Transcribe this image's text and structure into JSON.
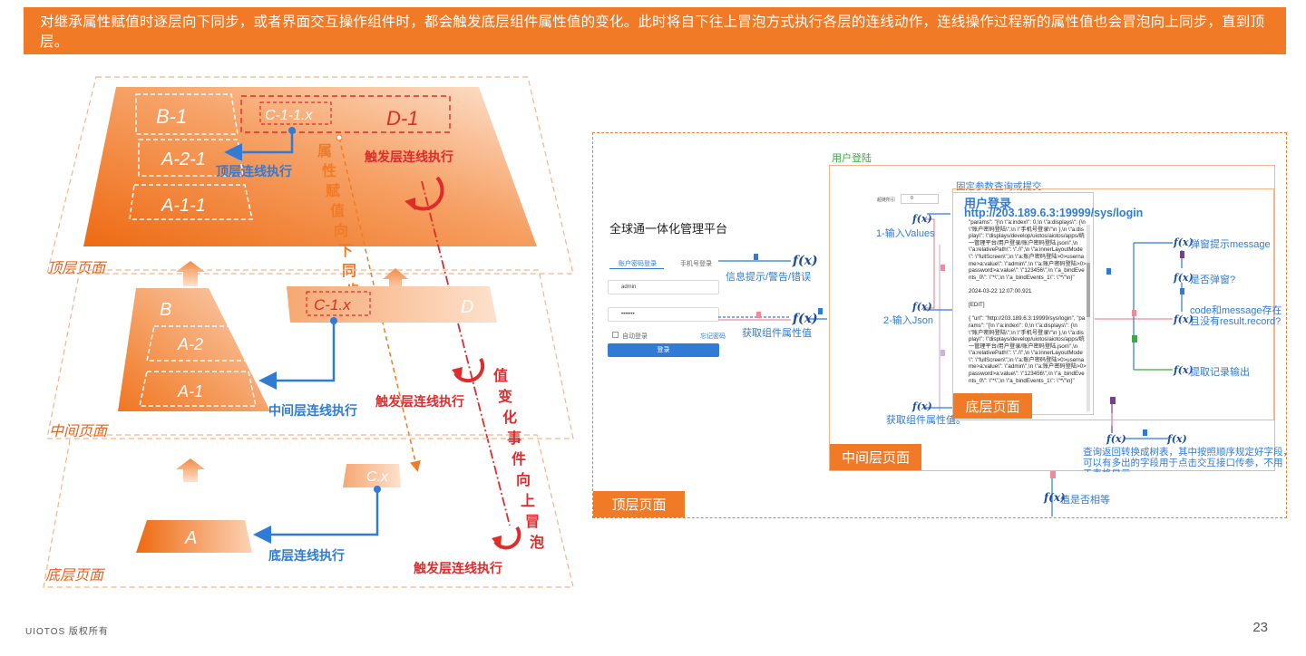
{
  "banner": "对继承属性赋值时逐层向下同步，或者界面交互操作组件时，都会触发底层组件属性值的变化。此时将自下往上冒泡方式执行各层的连线动作，连线操作过程新的属性值也会冒泡向上同步，直到顶层。",
  "footer": {
    "brand": "UIOTOS 版权所有",
    "page": "23"
  },
  "left_diagram": {
    "top_layer": {
      "label": "顶层页面",
      "blocks": [
        "B-1",
        "A-2-1",
        "A-1-1",
        "D-1"
      ],
      "prop": "C-1-1.x",
      "exec": "顶层连线执行",
      "trigger": "触发层连线执行"
    },
    "mid_layer": {
      "label": "中间页面",
      "blocks": [
        "B",
        "A-2",
        "A-1",
        "D"
      ],
      "prop": "C-1.x",
      "exec": "中间层连线执行",
      "trigger": "触发层连线执行"
    },
    "bottom_layer": {
      "label": "底层页面",
      "blocks": [
        "A"
      ],
      "prop": "C.x",
      "exec": "底层连线执行",
      "trigger": "触发层连线执行"
    },
    "down_sync": "属性赋值向下同步",
    "bubble_up": "值变化事件向上冒泡"
  },
  "right_diagram": {
    "layer_labels": {
      "top": "顶层页面",
      "mid": "中间层页面",
      "bottom": "底层页面"
    },
    "login_page": {
      "title": "全球通一体化管理平台",
      "tab_account": "账户密码登录",
      "tab_phone": "手机号登录",
      "username": "admin",
      "password": "•••••••",
      "auto_login": "自动登录",
      "forgot": "忘记密码",
      "button": "登录"
    },
    "section_user_login": "用户登陆",
    "fixed_query": "固定参数查询或提交",
    "api_title": "用户登录",
    "api_url": "http://203.189.6.3:19999/sys/login",
    "input_values": "1-输入Values",
    "input_json": "2-输入Json",
    "get_attr": "获取组件属性值。",
    "get_attr2": "获取组件属性值",
    "info_tip": "信息提示/警告/错误",
    "popup_msg": "弹窗提示message",
    "is_popup": "是否弹窗?",
    "code_msg_1": "code和message存在",
    "code_msg_2": "且没有result.record?",
    "extract_output": "提取记录输出",
    "query_desc_1": "查询返回转换成树表，其中按照顺序规定好字段，",
    "query_desc_2": "可以有多出的字段用于点击交互接口传参，不用",
    "query_desc_3": "于表格显示",
    "is_equal": "值是否相等",
    "fx": "f(x)",
    "stepper_label": "超链所引",
    "json_text": "\"params\": \"{\\n \\\"a:index\\\": 0,\\n \\\"a:displays\\\": {\\n \\\"账户密码登陆\\\",\\n \\\"手机号登录\\\"\\n },\\n \\\"a:display\\\": \\\"displays/develop/uiotos/aiotos/apps/统一管理平台/用户登录/账户密码登陆.json\\\",\\n \\\"a:relativePath\\\": \\\"./\\\",\\n \\\"a:innerLayoutMode\\\": \\\"fullScreen\\\",\\n \\\"a:账户密码登陆>0>username>a:value\\\": \\\"admin\\\",\\n \\\"a:账户密码登陆>0>password>a:value\\\": \\\"123456\\\",\\n \\\"a_bindEvents_0\\\": \\\"*\\\",\\n \\\"a_bindEvents_1\\\": \\\"*\\\"\\n}\"\n\n2024-03-22 12:07:00.921\n\n[EDIT]\n\n{ \"url\": \"http://203.189.6.3:19999/sys/login\", \"params\": \"{\\n \\\"a:index\\\": 0,\\n \\\"a:displays\\\": {\\n \\\"账户密码登陆\\\",\\n \\\"手机号登录\\\"\\n },\\n \\\"a:display\\\": \\\"displays/develop/uiotos/aiotos/apps/统一管理平台/用户登录/账户密码登陆.json\\\",\\n \\\"a:relativePath\\\": \\\"./\\\",\\n \\\"a:innerLayoutMode\\\": \\\"fullScreen\\\",\\n \\\"a:账户密码登陆>0>username>a:value\\\": \\\"admin\\\",\\n \\\"a:账户密码登陆>0>password>a:value\\\": \\\"123456\\\",\\n \\\"a_bindEvents_0\\\": \\\"*\\\",\\n \\\"a_bindEvents_1\\\": \\\"*\\\"\\n}\"",
    "colors": {
      "orange": "#f07a26",
      "blue": "#2f7bd6",
      "green": "#3aa845",
      "pink": "#f08a9a",
      "purple": "#7a3c8c"
    }
  }
}
